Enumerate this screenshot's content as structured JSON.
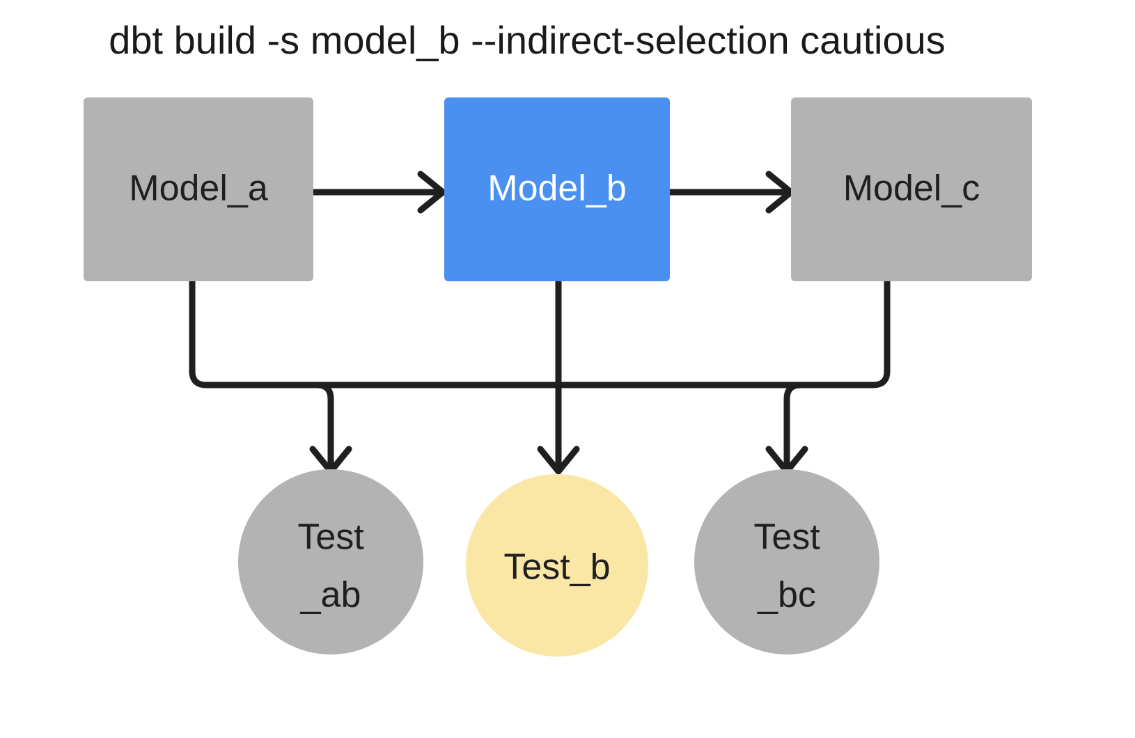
{
  "title": "dbt build -s model_b --indirect-selection cautious",
  "colors": {
    "background": "#ffffff",
    "node_gray": "#b3b3b3",
    "node_selected_blue": "#4a90f0",
    "node_indirect_yellow": "#fae6a5",
    "edge_black": "#1f1f1f",
    "text_dark": "#1f1f1f",
    "text_light": "#ffffff"
  },
  "models": [
    {
      "id": "model_a",
      "label": "Model_a",
      "state": "unselected",
      "fill": "#b3b3b3",
      "text_color": "#1f1f1f"
    },
    {
      "id": "model_b",
      "label": "Model_b",
      "state": "selected",
      "fill": "#4a90f0",
      "text_color": "#ffffff"
    },
    {
      "id": "model_c",
      "label": "Model_c",
      "state": "unselected",
      "fill": "#b3b3b3",
      "text_color": "#1f1f1f"
    }
  ],
  "tests": [
    {
      "id": "test_ab",
      "label_line1": "Test",
      "label_line2": "_ab",
      "state": "unselected",
      "fill": "#b3b3b3",
      "text_color": "#1f1f1f"
    },
    {
      "id": "test_b",
      "label_line1": "Test_b",
      "label_line2": "",
      "state": "selected",
      "fill": "#fae6a5",
      "text_color": "#1f1f1f"
    },
    {
      "id": "test_bc",
      "label_line1": "Test",
      "label_line2": "_bc",
      "state": "unselected",
      "fill": "#b3b3b3",
      "text_color": "#1f1f1f"
    }
  ],
  "edges": [
    {
      "from": "model_a",
      "to": "model_b",
      "kind": "model-to-model"
    },
    {
      "from": "model_b",
      "to": "model_c",
      "kind": "model-to-model"
    },
    {
      "from": "model_a",
      "to": "test_ab",
      "kind": "model-to-test"
    },
    {
      "from": "model_b",
      "to": "test_ab",
      "kind": "model-to-test"
    },
    {
      "from": "model_b",
      "to": "test_b",
      "kind": "model-to-test"
    },
    {
      "from": "model_b",
      "to": "test_bc",
      "kind": "model-to-test"
    },
    {
      "from": "model_c",
      "to": "test_bc",
      "kind": "model-to-test"
    }
  ]
}
